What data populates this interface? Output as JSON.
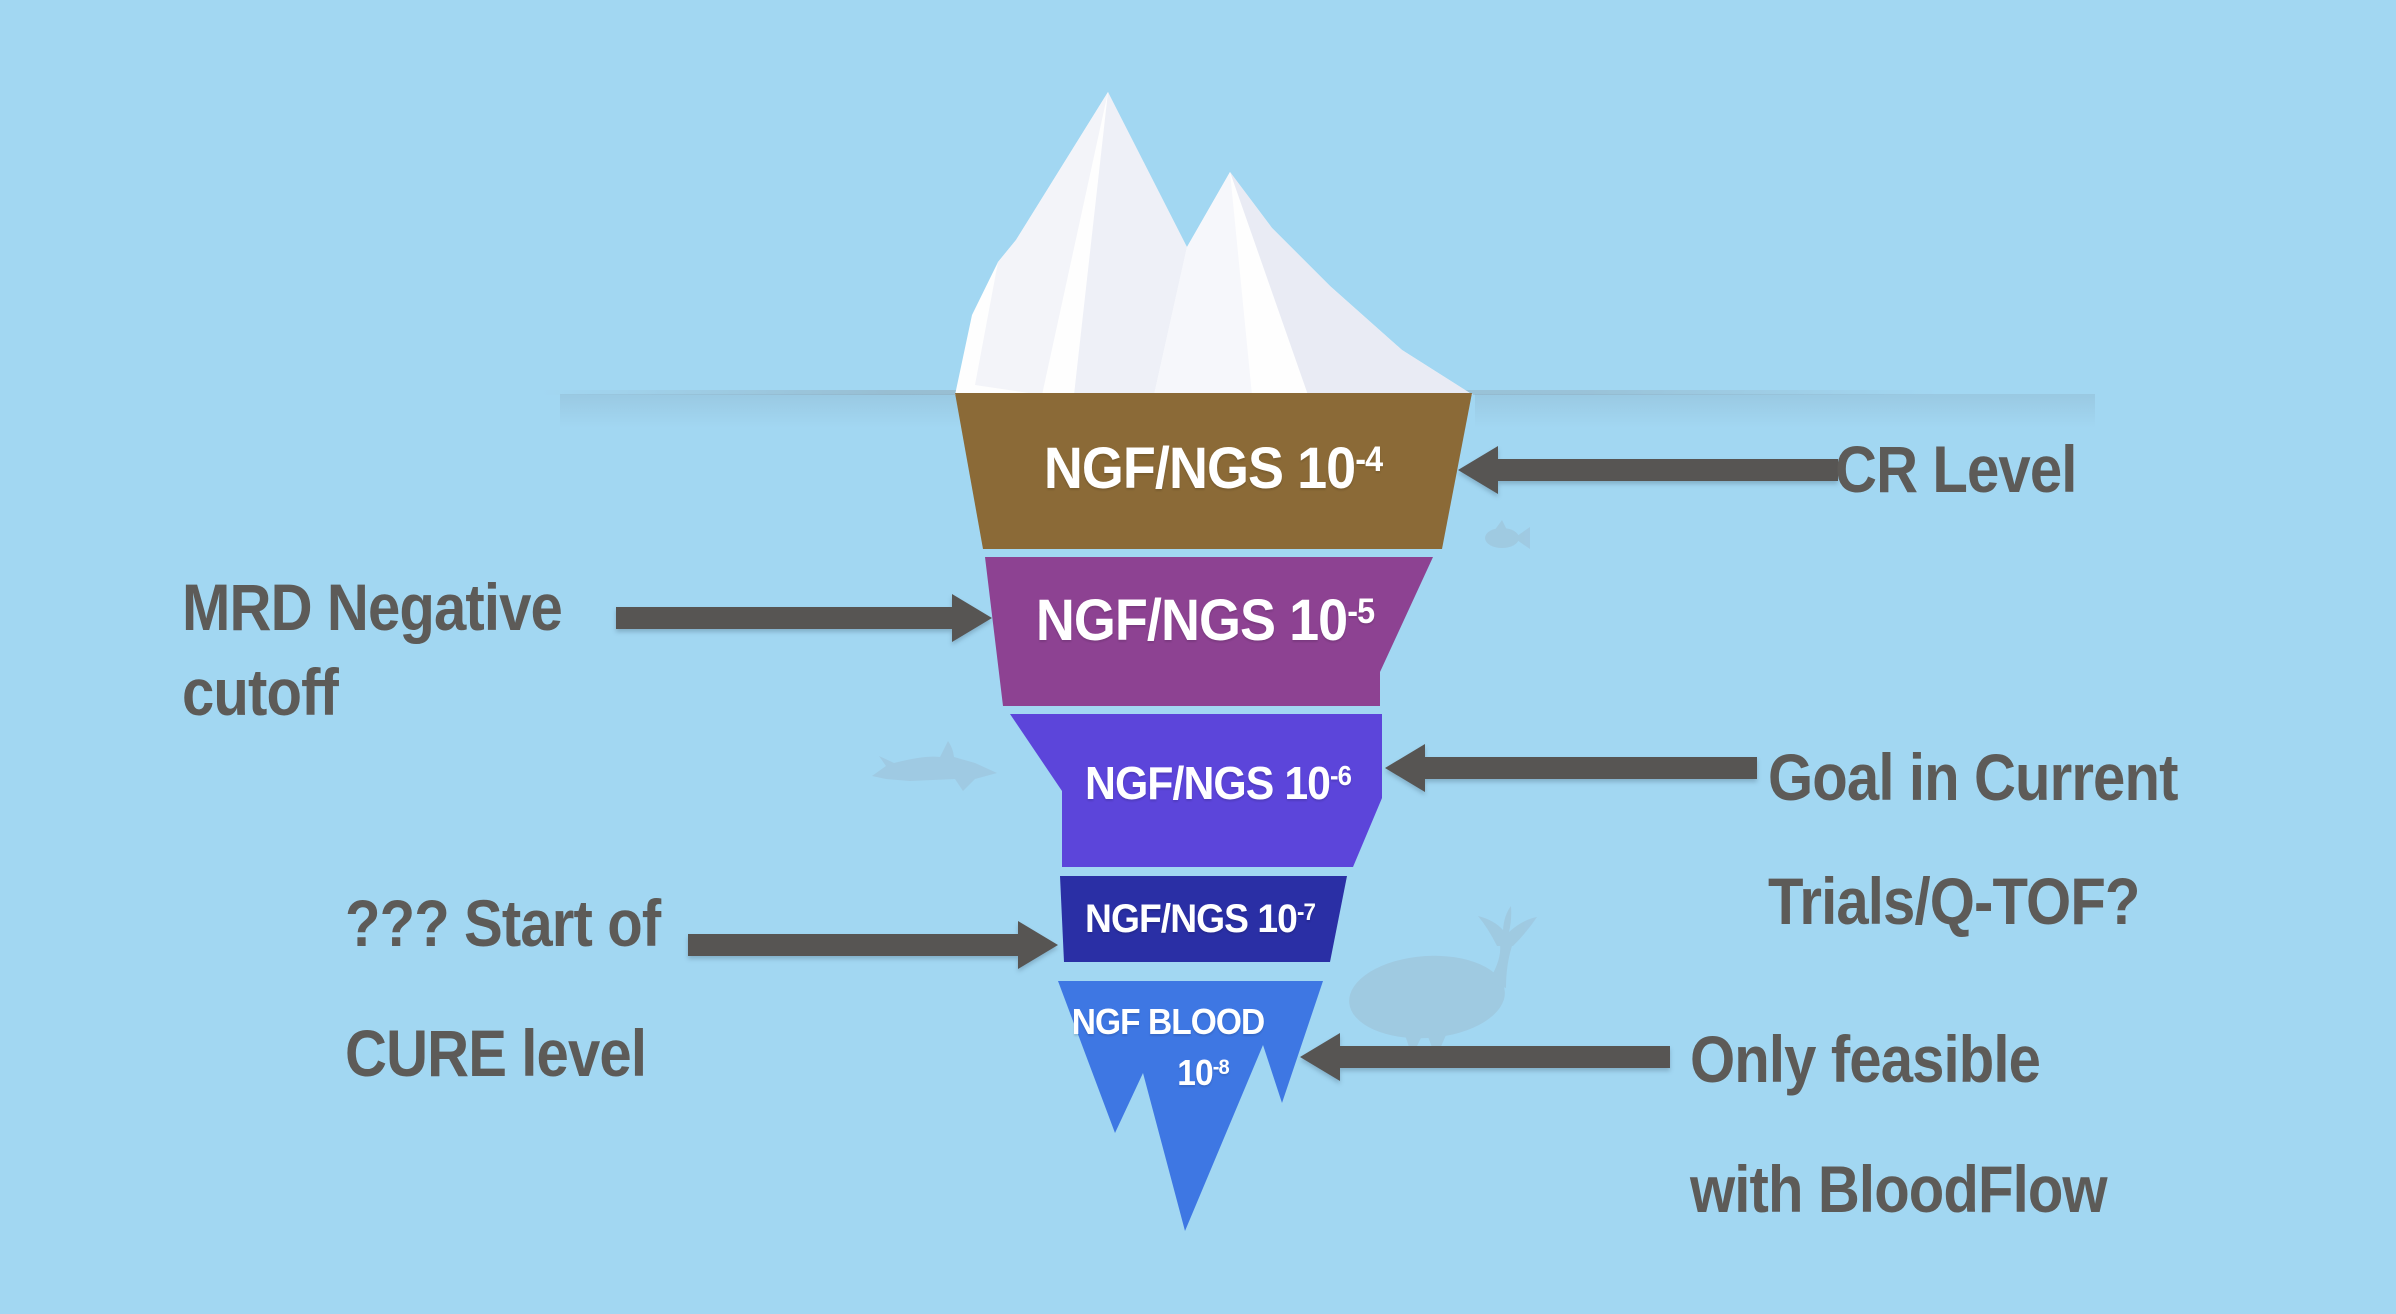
{
  "scene": {
    "background_color": "#a2d7f2",
    "waterline_color": "#8fa9b8",
    "arrow_color": "#575553",
    "annotation_text_color": "#5d5b58",
    "iceberg_tip_color": "#fefefe",
    "silhouette_color": "#9fc7de",
    "silhouettes": [
      "fish-silhouette",
      "shark-silhouette",
      "whale-silhouette"
    ]
  },
  "iceberg": {
    "layers": [
      {
        "id": "ngf-ngs-1e-4",
        "text": "NGF/NGS 10",
        "exponent": "-4",
        "color": "#8b6a37"
      },
      {
        "id": "ngf-ngs-1e-5",
        "text": "NGF/NGS 10",
        "exponent": "-5",
        "color": "#8d4292"
      },
      {
        "id": "ngf-ngs-1e-6",
        "text": "NGF/NGS 10",
        "exponent": "-6",
        "color": "#5c45da"
      },
      {
        "id": "ngf-ngs-1e-7",
        "text": "NGF/NGS 10",
        "exponent": "-7",
        "color": "#2a2fa5"
      },
      {
        "id": "ngf-blood-1e-8",
        "text": "NGF BLOOD",
        "line2_text": "10",
        "exponent": "-8",
        "color": "#3e77e3"
      }
    ]
  },
  "annotations": {
    "cr": {
      "line1": "CR Level"
    },
    "mrd": {
      "line1": "MRD Negative",
      "line2": "cutoff"
    },
    "goal": {
      "line1": "Goal in Current",
      "line2": "Trials/Q-TOF?"
    },
    "cure": {
      "line1": "??? Start of",
      "line2": "CURE level"
    },
    "bloodflow": {
      "line1": "Only feasible",
      "line2": "with BloodFlow"
    }
  }
}
